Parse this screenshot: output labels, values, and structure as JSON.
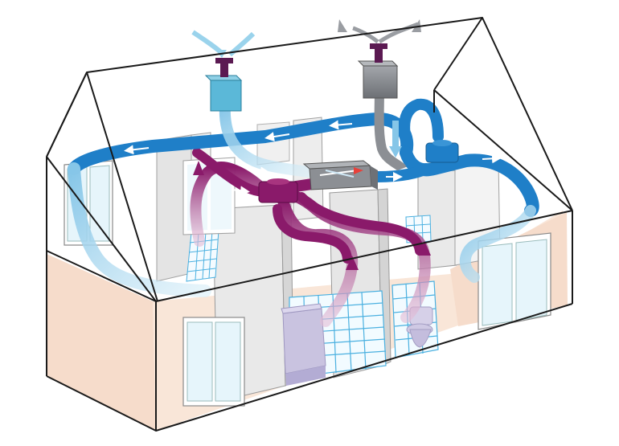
{
  "diagram": {
    "subject": "house-mechanical-ventilation-heat-recovery",
    "colors": {
      "background": "#ffffff",
      "outline": "#1a1a1a",
      "floor": "#f6dccb",
      "wall": "#e9e9e9",
      "wall_edge": "#9a9a9a",
      "fresh_air": "#1f7fc8",
      "fresh_air_light": "#86c6e8",
      "extract_air": "#8a1a6a",
      "extract_air_light": "#c86aa6",
      "exhaust_unit": "#8c8f94",
      "intake_unit": "#5bb8d8",
      "roof_cap": "#5b1a52",
      "window_glass": "#e6f5fb",
      "tile_line": "#4ab0e0",
      "fixture": "#c9c3e0"
    },
    "icons": [
      "fresh-air-intake-unit",
      "exhaust-outlet-unit",
      "heat-recovery-unit",
      "extract-manifold",
      "supply-manifold",
      "bathtub",
      "toilet",
      "window"
    ]
  }
}
